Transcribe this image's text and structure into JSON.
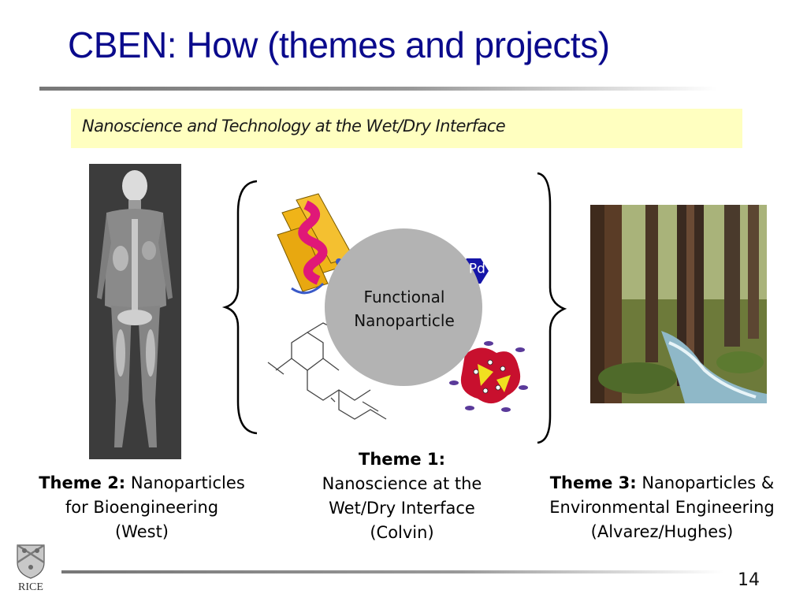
{
  "slide": {
    "title": "CBEN: How (themes and projects)",
    "subtitle": "Nanoscience and Technology at the Wet/Dry Interface",
    "center": {
      "line1": "Functional",
      "line2": "Nanoparticle",
      "ion": "Pd",
      "ion_charge": "+"
    },
    "themes": [
      {
        "label": "Theme 2:",
        "line1": " Nanoparticles",
        "line2": "for Bioengineering",
        "line3": "(West)"
      },
      {
        "label": "Theme 1:",
        "line1": "Nanoscience at the",
        "line2": "Wet/Dry Interface",
        "line3": "(Colvin)"
      },
      {
        "label": "Theme 3:",
        "line1": " Nanoparticles &",
        "line2": "Environmental Engineering",
        "line3": "(Alvarez/Hughes)"
      }
    ],
    "logo_text": "RICE",
    "page_number": "14"
  },
  "colors": {
    "title": "#0a0a8c",
    "subtitle_bg": "#ffffc0",
    "nanoparticle": "#b3b3b3",
    "ion_hexagon": "#1515a8",
    "protein_ribbon": "#f0b418",
    "helix": "#e01878"
  },
  "icons": [
    "body-scan-image",
    "forest-stream-image",
    "protein-structure-icon",
    "molecule-structure-icon",
    "micelle-icon",
    "rice-shield-icon"
  ]
}
